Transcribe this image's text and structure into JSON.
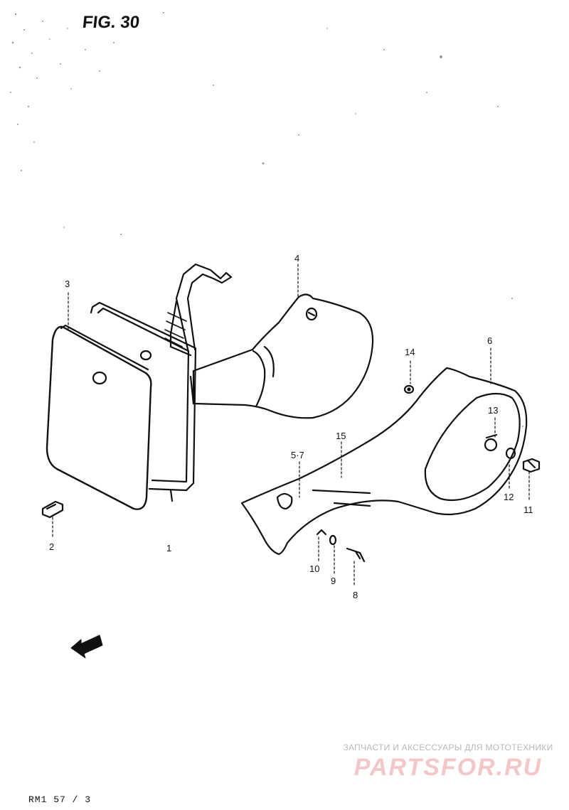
{
  "figure": {
    "title": "FIG. 30",
    "footer_code": "RM1 57 / 3"
  },
  "callouts": {
    "c1": "1",
    "c2": "2",
    "c3": "3",
    "c4": "4",
    "c5": "5·7",
    "c6": "6",
    "c8": "8",
    "c9": "9",
    "c10": "10",
    "c11": "11",
    "c12": "12",
    "c13": "13",
    "c14": "14",
    "c15": "15"
  },
  "forward_arrow_label": "FWD",
  "watermark": {
    "tagline": "ЗАПЧАСТИ И АКСЕССУАРЫ ДЛЯ МОТОТЕХНИКИ",
    "brand": "PARTSFOR.RU"
  }
}
